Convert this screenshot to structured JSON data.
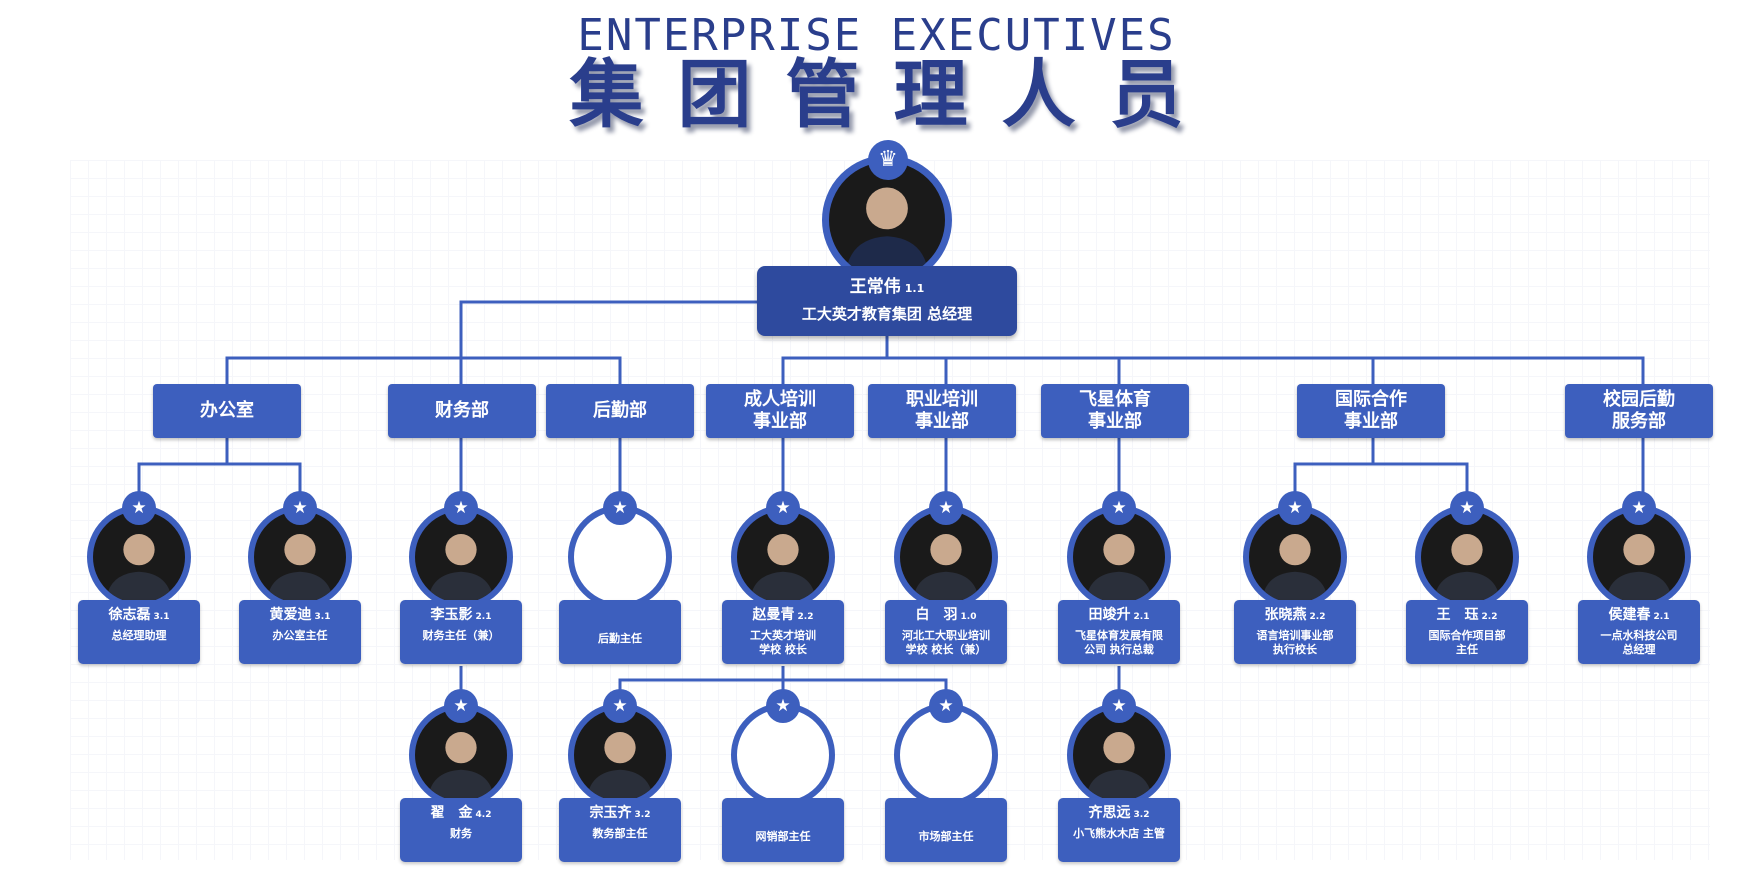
{
  "title_en": "ENTERPRISE EXECUTIVES",
  "title_cn": "集团管理人员",
  "ceo": {
    "name": "王常伟",
    "level": "1.1",
    "role": "工大英才教育集团 总经理",
    "badge_icon": "crown-icon"
  },
  "departments": [
    {
      "id": "office",
      "label": "办公室"
    },
    {
      "id": "finance",
      "label": "财务部"
    },
    {
      "id": "logistics",
      "label": "后勤部"
    },
    {
      "id": "adult",
      "label": "成人培训\n事业部"
    },
    {
      "id": "vocational",
      "label": "职业培训\n事业部"
    },
    {
      "id": "sports",
      "label": "飞星体育\n事业部"
    },
    {
      "id": "intl",
      "label": "国际合作\n事业部"
    },
    {
      "id": "campus",
      "label": "校园后勤\n服务部"
    }
  ],
  "people": [
    {
      "id": "p1",
      "name": "徐志磊",
      "level": "3.1",
      "role": "总经理助理",
      "photo": true
    },
    {
      "id": "p2",
      "name": "黄爱迪",
      "level": "3.1",
      "role": "办公室主任",
      "photo": true
    },
    {
      "id": "p3",
      "name": "李玉影",
      "level": "2.1",
      "role": "财务主任（兼）",
      "photo": true
    },
    {
      "id": "p4",
      "name": "",
      "level": "",
      "role": "后勤主任",
      "photo": false
    },
    {
      "id": "p5",
      "name": "赵曼青",
      "level": "2.2",
      "role": "工大英才培训\n学校 校长",
      "photo": true
    },
    {
      "id": "p6",
      "name": "白　羽",
      "level": "1.0",
      "role": "河北工大职业培训\n学校 校长（兼）",
      "photo": true
    },
    {
      "id": "p7",
      "name": "田竣升",
      "level": "2.1",
      "role": "飞星体育发展有限\n公司 执行总裁",
      "photo": true
    },
    {
      "id": "p8",
      "name": "张晓燕",
      "level": "2.2",
      "role": "语言培训事业部\n执行校长",
      "photo": true
    },
    {
      "id": "p9",
      "name": "王　珏",
      "level": "2.2",
      "role": "国际合作项目部\n主任",
      "photo": true
    },
    {
      "id": "p10",
      "name": "侯建春",
      "level": "2.1",
      "role": "一点水科技公司\n总经理",
      "photo": true
    },
    {
      "id": "p11",
      "name": "翟　金",
      "level": "4.2",
      "role": "财务",
      "photo": true
    },
    {
      "id": "p12",
      "name": "宗玉齐",
      "level": "3.2",
      "role": "教务部主任",
      "photo": true
    },
    {
      "id": "p13",
      "name": "",
      "level": "",
      "role": "网销部主任",
      "photo": false
    },
    {
      "id": "p14",
      "name": "",
      "level": "",
      "role": "市场部主任",
      "photo": false
    },
    {
      "id": "p15",
      "name": "齐思远",
      "level": "3.2",
      "role": "小飞熊水木店 主管",
      "photo": true
    }
  ],
  "colors": {
    "primary": "#3d5fbe",
    "dark": "#2e4a9e",
    "title": "#2a3e8c"
  },
  "icons": {
    "star": "★",
    "crown": "♛"
  }
}
